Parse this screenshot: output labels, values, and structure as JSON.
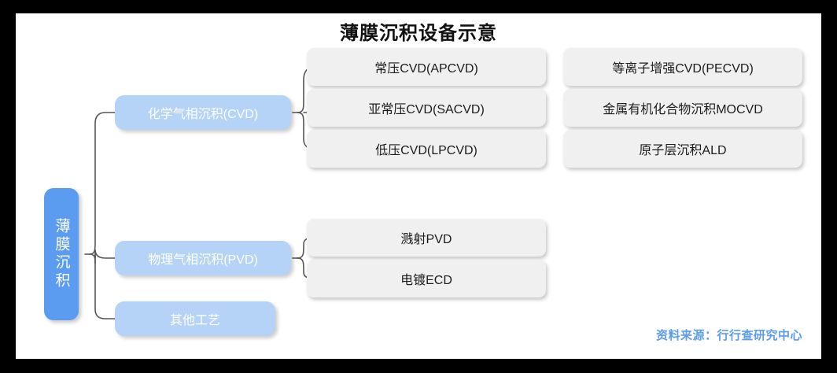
{
  "page": {
    "title": "薄膜沉积设备示意",
    "source": "资料来源：行行查研究中心",
    "colors": {
      "root_fill": "#5b9bf0",
      "level2_fill": "#b4d3f7",
      "leaf_fill": "#f0f0f0",
      "connector": "#555555",
      "source_text": "#5b9bf0",
      "canvas": "#000000",
      "sheet": "#ffffff"
    }
  },
  "diagram": {
    "type": "mind-map",
    "root": {
      "label": "薄膜沉积",
      "vertical_text": true
    },
    "branches": [
      {
        "label": "化学气相沉积(CVD)",
        "children_col1": [
          "常压CVD(APCVD)",
          "亚常压CVD(SACVD)",
          "低压CVD(LPCVD)"
        ],
        "children_col2": [
          "等离子增强CVD(PECVD)",
          "金属有机化合物沉积MOCVD",
          "原子层沉积ALD"
        ]
      },
      {
        "label": "物理气相沉积(PVD)",
        "children_col1": [
          "溅射PVD",
          "电镀ECD"
        ],
        "children_col2": []
      },
      {
        "label": "其他工艺",
        "children_col1": [],
        "children_col2": []
      }
    ]
  }
}
